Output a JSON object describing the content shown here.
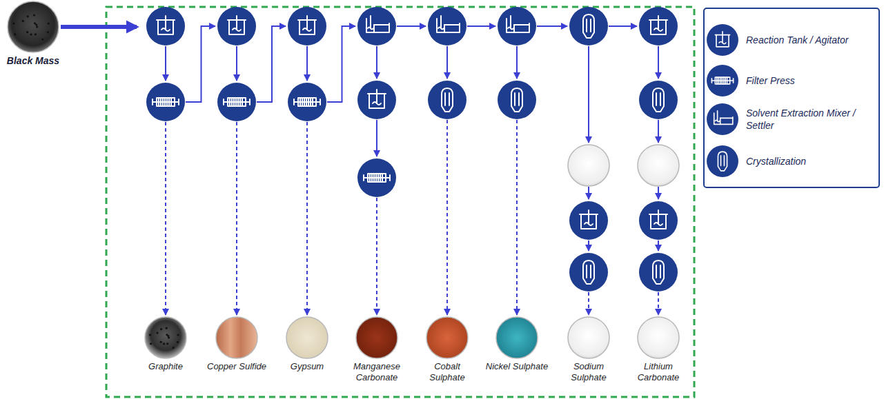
{
  "diagram": {
    "nodes": [
      {
        "text": [
          "Black Mass"
        ]
      },
      {
        "text": [
          "Graphite"
        ]
      },
      {
        "text": [
          "Copper Sulfide"
        ]
      },
      {
        "text": [
          "Gypsum"
        ]
      },
      {
        "text": [
          "Manganese Carbonate"
        ]
      },
      {
        "text": [
          "Cobalt Sulphate"
        ]
      },
      {
        "text": [
          "Nickel Sulphate"
        ]
      },
      {
        "text": [
          "Sodium Sulphate"
        ]
      },
      {
        "text": [
          "Lithium Carbonate"
        ]
      }
    ],
    "legend": [
      {
        "text": "Reaction Tank / Agitator"
      },
      {
        "text": "Filter Press"
      },
      {
        "text": "Solvent Extraction Mixer / Settler"
      },
      {
        "text": "Crystallization"
      }
    ]
  }
}
